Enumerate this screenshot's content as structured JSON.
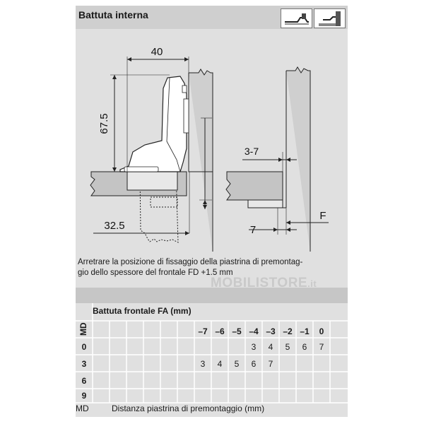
{
  "title": "Battuta interna",
  "dims": {
    "width": "40",
    "height": "67.5",
    "offset": "3-7",
    "seven": "7",
    "left_dim": "32.5",
    "F": "F"
  },
  "caption": {
    "line1": "Arretrare la posizione di fissaggio della piastrina di premontag-",
    "line2": "gio dello spessore del frontale FD +1.5 mm"
  },
  "watermark": {
    "main": "MOBILISTORE",
    "tld": ".it"
  },
  "table": {
    "heading": "Battuta frontale FA (mm)",
    "md_label": "MD",
    "columns": [
      "–7",
      "–6",
      "–5",
      "–4",
      "–3",
      "–2",
      "–1",
      "0"
    ],
    "rows": [
      {
        "md": "0",
        "cells": [
          "",
          "",
          "",
          "3",
          "4",
          "5",
          "6",
          "7"
        ]
      },
      {
        "md": "3",
        "cells": [
          "3",
          "4",
          "5",
          "6",
          "7",
          "",
          "",
          ""
        ]
      },
      {
        "md": "6",
        "cells": [
          "",
          "",
          "",
          "",
          "",
          "",
          "",
          ""
        ]
      },
      {
        "md": "9",
        "cells": [
          "",
          "",
          "",
          "",
          "",
          "",
          "",
          ""
        ]
      }
    ]
  },
  "legend": {
    "key": "MD",
    "text": "Distanza piastrina di premontaggio (mm)"
  },
  "icons": [
    "hinge-side-view-icon",
    "hinge-overlay-icon"
  ]
}
